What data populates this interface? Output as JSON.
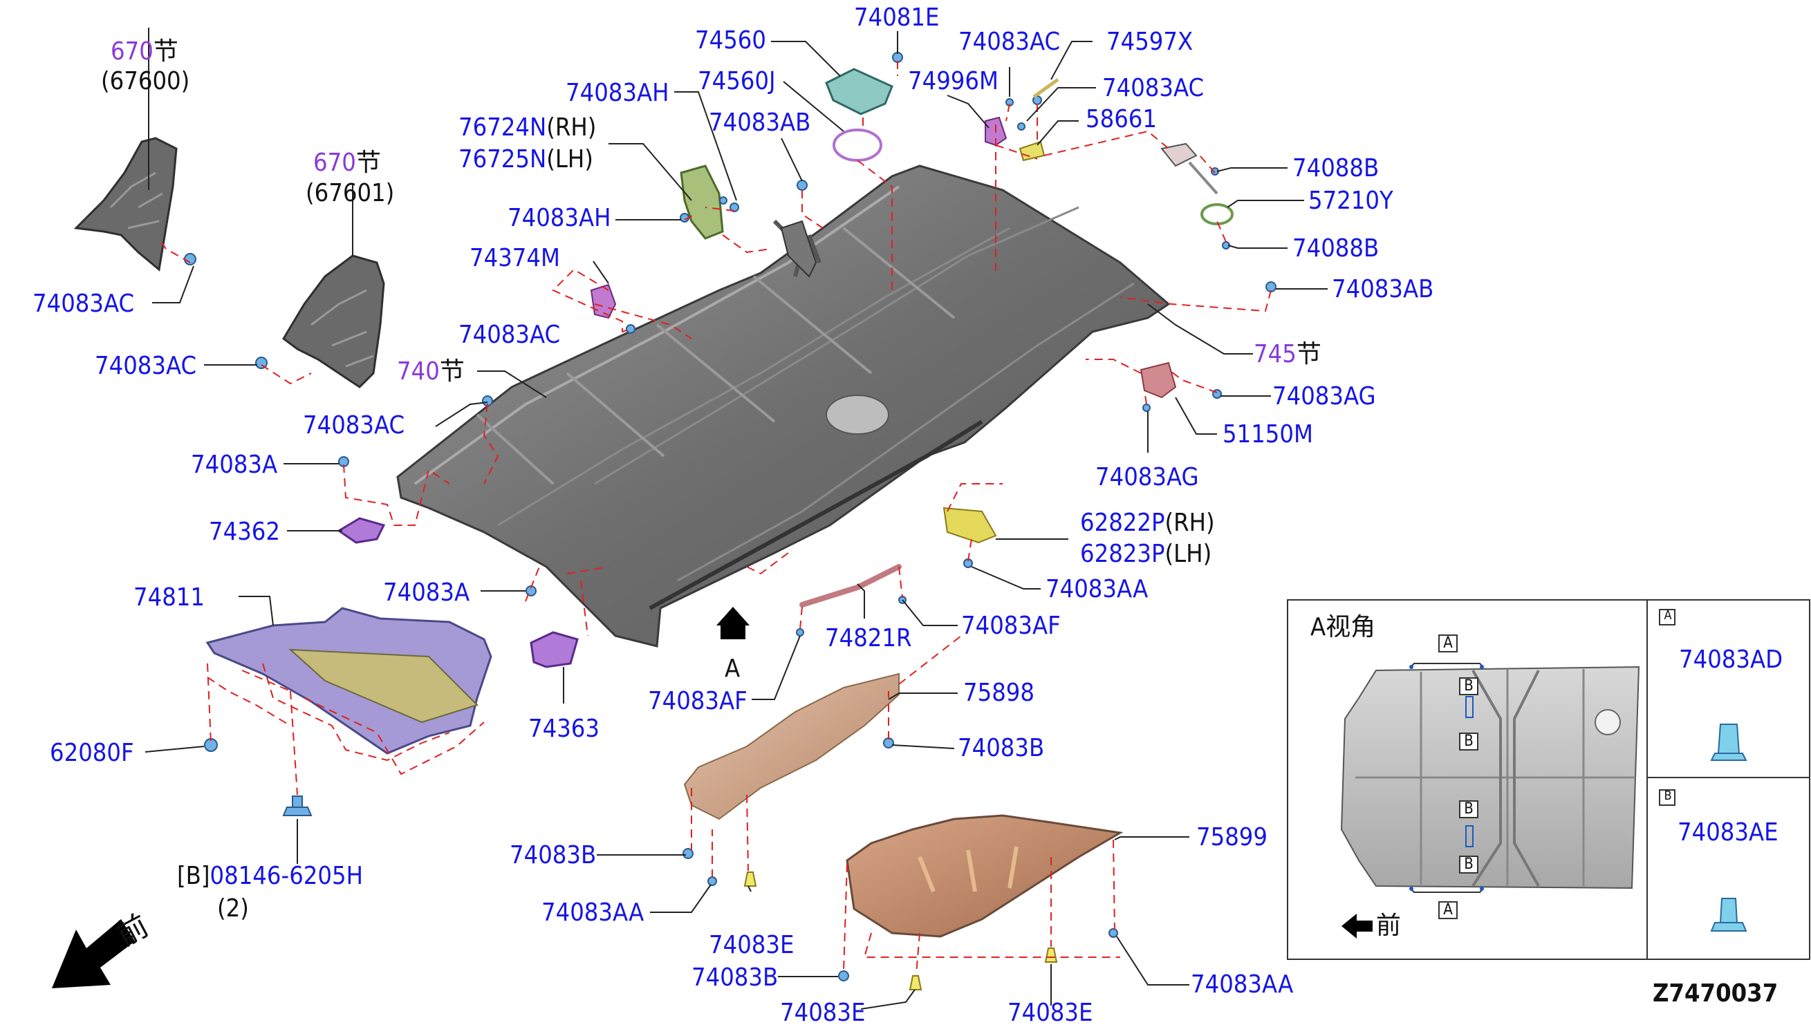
{
  "labels": {
    "l74081E": "74081E",
    "l74560": "74560",
    "l74560J": "74560J",
    "l74083AH_top": "74083AH",
    "l74083AB_mid": "74083AB",
    "l76724N": "76724N",
    "l76724N_suffix": "(RH)",
    "l76725N": "76725N",
    "l76725N_suffix": "(LH)",
    "l74083AH_left": "74083AH",
    "l74374M": "74374M",
    "l74083AC_center": "74083AC",
    "l74083AC_tr": "74083AC",
    "l74597X": "74597X",
    "l74996M": "74996M",
    "l74083AC_tr2": "74083AC",
    "l58661": "58661",
    "l74088B_1": "74088B",
    "l57210Y": "57210Y",
    "l74088B_2": "74088B",
    "l74083AB_right": "74083AB",
    "l745": "745",
    "l745_suffix": "节",
    "l74083AG_1": "74083AG",
    "l51150M": "51150M",
    "l74083AG_2": "74083AG",
    "l62822P": "62822P",
    "l62822P_suffix": "(RH)",
    "l62823P": "62823P",
    "l62823P_suffix": "(LH)",
    "l74083AA_1": "74083AA",
    "l74083AF_1": "74083AF",
    "l74821R": "74821R",
    "l74083AF_2": "74083AF",
    "l75898": "75898",
    "l74083B_1": "74083B",
    "l74083B_2": "74083B",
    "l74083AA_2": "74083AA",
    "l74083E_1": "74083E",
    "l75899": "75899",
    "l74083B_3": "74083B",
    "l74083E_2": "74083E",
    "l74083E_3": "74083E",
    "l74083AA_3": "74083AA",
    "l670a": "670",
    "l670a_suffix": "节",
    "l67600": "(67600)",
    "l74083AC_left1": "74083AC",
    "l670b": "670",
    "l670b_suffix": "节",
    "l67601": "(67601)",
    "l74083AC_left2": "74083AC",
    "l740": "740",
    "l740_suffix": "节",
    "l74083AC_left3": "74083AC",
    "l74083A_1": "74083A",
    "l74362": "74362",
    "l74811": "74811",
    "l74083A_2": "74083A",
    "l62080F": "62080F",
    "l74363": "74363",
    "l08146_prefix": "[B]",
    "l08146": "08146-6205H",
    "l08146_qty": "(2)",
    "lA_arrow": "A",
    "front": "前"
  },
  "inset": {
    "title": "A视角",
    "markerA": "A",
    "markerB": "B",
    "front": "前",
    "boxA_letter": "A",
    "boxA_part": "74083AD",
    "boxB_letter": "B",
    "boxB_part": "74083AE"
  },
  "diagram_code": "Z7470037",
  "colors": {
    "label_blue": "#1515e6",
    "section_purple": "#8a3ad9",
    "leader_red": "#e02020",
    "floor_gray": "#6d6d6d",
    "bracket_purple": "#b07ad8",
    "tray_lavender": "#a59ad6",
    "cover_tan": "#c89a80"
  }
}
